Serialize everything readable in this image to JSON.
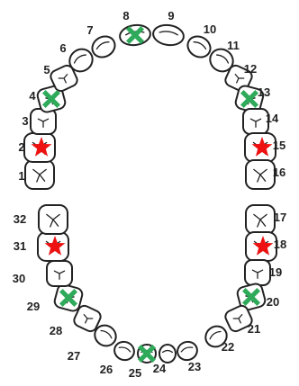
{
  "teeth": [
    {
      "id": "1",
      "label": "1",
      "marker": "none"
    },
    {
      "id": "2",
      "label": "2",
      "marker": "red-star"
    },
    {
      "id": "3",
      "label": "3",
      "marker": "none"
    },
    {
      "id": "4",
      "label": "4",
      "marker": "green-x"
    },
    {
      "id": "5",
      "label": "5",
      "marker": "none"
    },
    {
      "id": "6",
      "label": "6",
      "marker": "none"
    },
    {
      "id": "7",
      "label": "7",
      "marker": "none"
    },
    {
      "id": "8",
      "label": "8",
      "marker": "green-x"
    },
    {
      "id": "9",
      "label": "9",
      "marker": "none"
    },
    {
      "id": "10",
      "label": "10",
      "marker": "none"
    },
    {
      "id": "11",
      "label": "11",
      "marker": "none"
    },
    {
      "id": "12",
      "label": "12",
      "marker": "none"
    },
    {
      "id": "13",
      "label": "13",
      "marker": "green-x"
    },
    {
      "id": "14",
      "label": "14",
      "marker": "none"
    },
    {
      "id": "15",
      "label": "15",
      "marker": "red-star"
    },
    {
      "id": "16",
      "label": "16",
      "marker": "none"
    },
    {
      "id": "17",
      "label": "17",
      "marker": "none"
    },
    {
      "id": "18",
      "label": "18",
      "marker": "red-star"
    },
    {
      "id": "19",
      "label": "19",
      "marker": "none"
    },
    {
      "id": "20",
      "label": "20",
      "marker": "green-x"
    },
    {
      "id": "21",
      "label": "21",
      "marker": "none"
    },
    {
      "id": "22",
      "label": "22",
      "marker": "none"
    },
    {
      "id": "23",
      "label": "23",
      "marker": "none"
    },
    {
      "id": "24",
      "label": "24",
      "marker": "none"
    },
    {
      "id": "25",
      "label": "25",
      "marker": "green-x"
    },
    {
      "id": "26",
      "label": "26",
      "marker": "none"
    },
    {
      "id": "27",
      "label": "27",
      "marker": "none"
    },
    {
      "id": "28",
      "label": "28",
      "marker": "none"
    },
    {
      "id": "29",
      "label": "29",
      "marker": "green-x"
    },
    {
      "id": "30",
      "label": "30",
      "marker": "none"
    },
    {
      "id": "31",
      "label": "31",
      "marker": "red-star"
    },
    {
      "id": "32",
      "label": "32",
      "marker": "none"
    }
  ],
  "colors": {
    "outline": "#222222",
    "green_x": "#2eaa5a",
    "red_star": "#ee1111"
  }
}
